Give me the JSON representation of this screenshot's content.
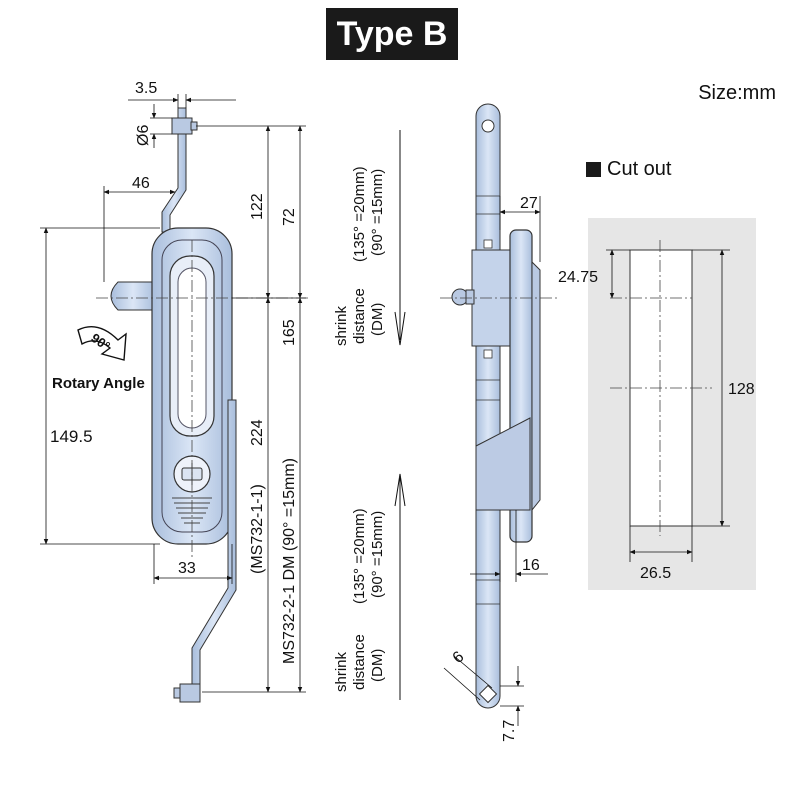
{
  "title": "Type B",
  "size_unit": "Size:mm",
  "cutout": {
    "heading": "Cut out",
    "dims": {
      "top_offset": "24.75",
      "height": "128",
      "width": "26.5"
    }
  },
  "front_view": {
    "dims": {
      "hole_offset": "3.5",
      "hole_dia": "Ø6",
      "handle_offset": "46",
      "upper_rod": "122",
      "upper_to_center": "72",
      "handle_length": "149.5",
      "lower_to_center": "165",
      "lower_rod": "224",
      "body_width": "33"
    },
    "rotary_label": "Rotary Angle",
    "rotary_angle": "90°",
    "model_label_1": "(MS732-1-1)",
    "model_label_2": "MS732-2-1  DM (90°  =15mm)"
  },
  "middle": {
    "upper": {
      "line1": "(135°  =20mm)",
      "line2": "(90°  =15mm)",
      "shrink1": "shrink",
      "shrink2": "distance",
      "shrink3": "(DM)"
    },
    "lower": {
      "line1": "(135°  =20mm)",
      "line2": "(90°  =15mm)",
      "shrink1": "shrink",
      "shrink2": "distance",
      "shrink3": "(DM)"
    }
  },
  "side_view": {
    "dims": {
      "depth": "27",
      "lower_depth": "16",
      "slot": "6",
      "end_offset": "7.7"
    }
  },
  "colors": {
    "metal": "#c9d8ee",
    "metal_dark": "#9fb3d1",
    "cutout_bg": "#e6e6e6",
    "title_bg": "#1a1a1a"
  }
}
